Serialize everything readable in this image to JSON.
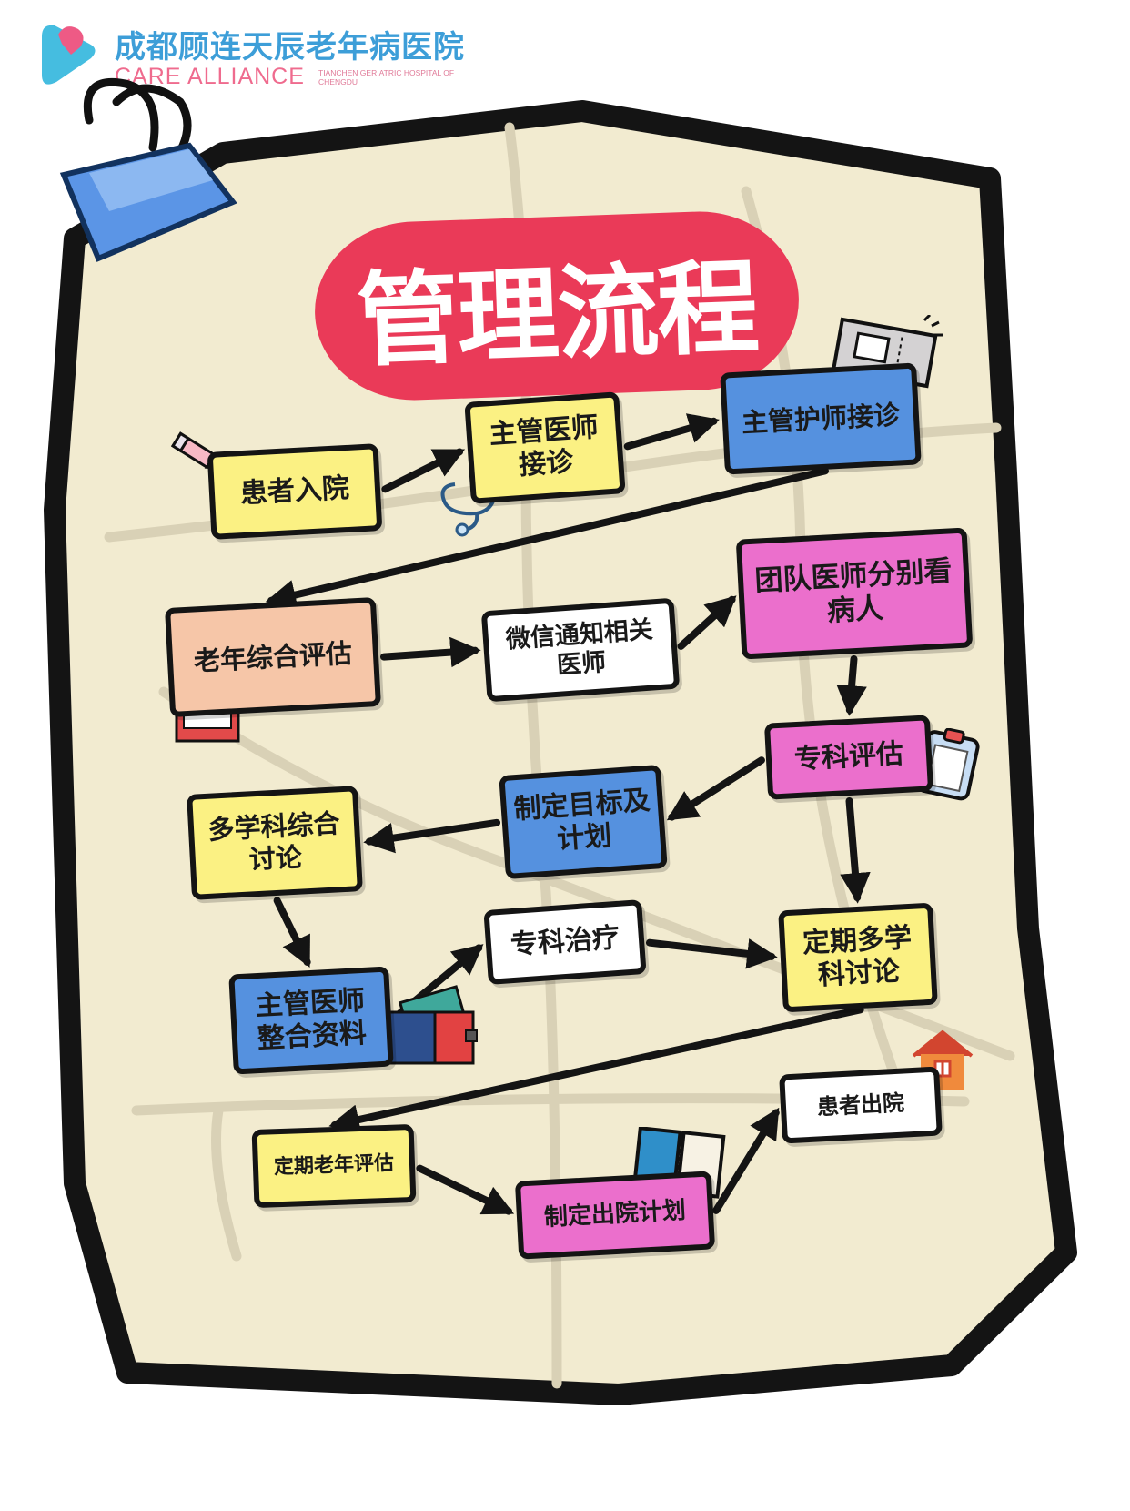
{
  "header": {
    "hospital_name_cn": "成都顾连天辰老年病医院",
    "hospital_name_en": "CARE ALLIANCE",
    "hospital_sub_en": "TIANCHEN GERIATRIC HOSPITAL OF CHENGDU",
    "colors": {
      "blue": "#3d9ed8",
      "pink": "#ef6b8e"
    }
  },
  "title": "管理流程",
  "colors": {
    "paper": "#f2ebd0",
    "outline": "#141414",
    "title_badge": "#ea3a58",
    "yellow": "#fbf183",
    "blue": "#5591df",
    "peach": "#f6c6a8",
    "pink": "#eb6fcc",
    "white": "#ffffff"
  },
  "nodes": {
    "patient_admission": "患者入院",
    "attending_doctor_visit": "主管医师接诊",
    "attending_nurse_visit": "主管护师接诊",
    "geriatric_assessment": "老年综合评估",
    "wechat_notify": "微信通知相关医师",
    "team_doctors_visit": "团队医师分别看病人",
    "specialty_assessment": "专科评估",
    "set_goals_plan": "制定目标及计划",
    "mdt_discussion": "多学科综合讨论",
    "doctor_integrate_data": "主管医师整合资料",
    "specialty_treatment": "专科治疗",
    "regular_mdt": "定期多学科讨论",
    "regular_geriatric_assessment": "定期老年评估",
    "discharge_plan": "制定出院计划",
    "patient_discharge": "患者出院"
  },
  "icons": [
    "logo-icon",
    "binder-clip-icon",
    "pencil-icon",
    "stethoscope-icon",
    "ticket-icon",
    "pharmacy-icon",
    "clipboard-icon",
    "wallet-icon",
    "notebook-icon",
    "house-icon"
  ]
}
